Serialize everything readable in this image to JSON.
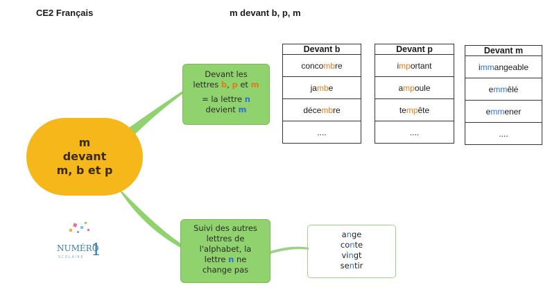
{
  "header": {
    "left": "CE2 Français",
    "center": "m devant b, p, m"
  },
  "center_node": {
    "line1": "m",
    "line2": "devant",
    "line3": "m, b et p"
  },
  "rule_box": {
    "l1": "Devant les",
    "l2_pre": "lettres ",
    "l2_b": "b",
    "l2_sep": ", ",
    "l2_p": "p",
    "l2_et": " et ",
    "l2_m": "m",
    "l3_pre": "= la lettre ",
    "l3_n": "n",
    "l4_pre": "devient ",
    "l4_m": "m"
  },
  "other_box": {
    "l1": "Suivi des autres",
    "l2": "lettres de",
    "l3": "l'alphabet, la",
    "l4_pre": "lettre ",
    "l4_n": "n",
    "l4_post": " ne",
    "l5": "change pas"
  },
  "examples": [
    {
      "pre": "a",
      "hl": "n",
      "post": "ge"
    },
    {
      "pre": "co",
      "hl": "n",
      "post": "te"
    },
    {
      "pre": "vi",
      "hl": "n",
      "post": "gt"
    },
    {
      "pre": "se",
      "hl": "n",
      "post": "tir"
    }
  ],
  "tables": {
    "b": {
      "header": "Devant  b",
      "rows": [
        {
          "pre": "conco",
          "hl": "mb",
          "post": "re"
        },
        {
          "pre": "ja",
          "hl": "mb",
          "post": "e"
        },
        {
          "pre": "déce",
          "hl": "mb",
          "post": "re"
        },
        {
          "pre": "....",
          "hl": "",
          "post": ""
        }
      ]
    },
    "p": {
      "header": "Devant p",
      "rows": [
        {
          "pre": "i",
          "hl": "mp",
          "post": "ortant"
        },
        {
          "pre": "a",
          "hl": "mp",
          "post": "oule"
        },
        {
          "pre": "te",
          "hl": "mp",
          "post": "ête"
        },
        {
          "pre": "....",
          "hl": "",
          "post": ""
        }
      ]
    },
    "m": {
      "header": "Devant m",
      "rows": [
        {
          "pre": "i",
          "hl": "mm",
          "post": "angeable"
        },
        {
          "pre": "e",
          "hl": "mm",
          "post": "êlé"
        },
        {
          "pre": "e",
          "hl": "mm",
          "post": "ener"
        },
        {
          "pre": "....",
          "hl": "",
          "post": ""
        }
      ]
    }
  },
  "logo": {
    "word": "NUMÉRO",
    "number": "1",
    "sub": "SCOLAIRE"
  },
  "colors": {
    "orange": "#e07b1a",
    "blue": "#2f6fd6",
    "green": "#8fd26e",
    "yellow": "#f5b719"
  }
}
